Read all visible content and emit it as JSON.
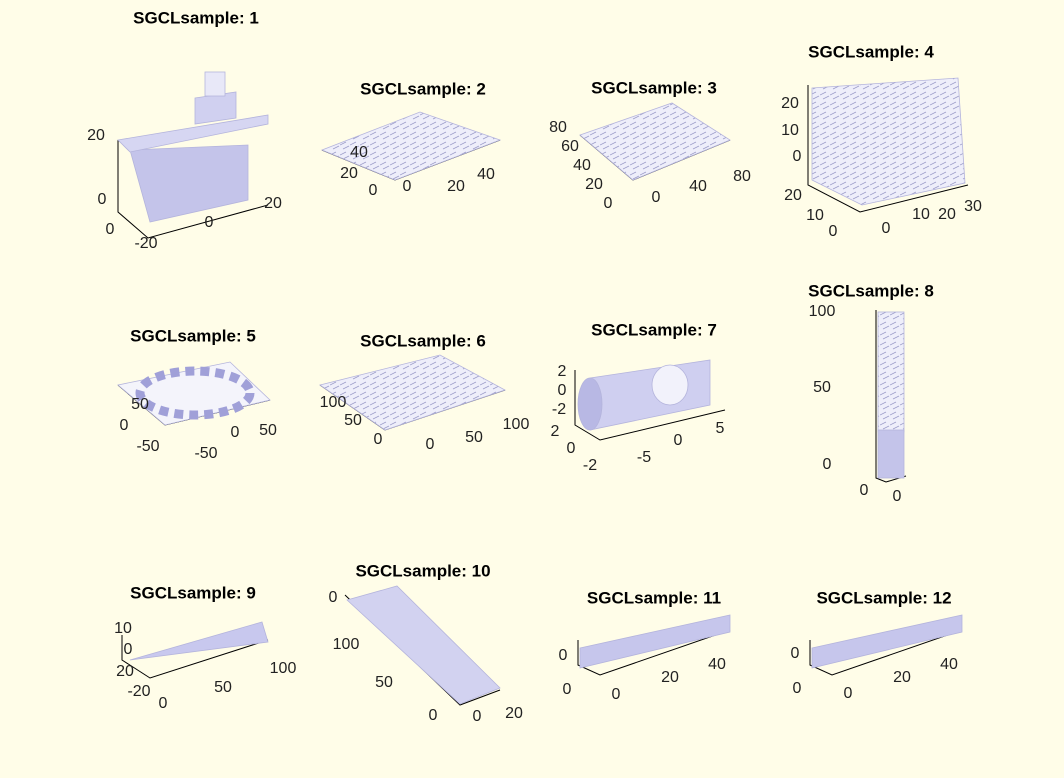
{
  "figure": {
    "background": "#fffde8",
    "mesh_color": "#c9c9ee",
    "edge_color": "#8f8fc0"
  },
  "chart_data": [
    {
      "type": "3d-mesh",
      "title": "SGCLsample: 1",
      "ticks": [
        "20",
        "0",
        "0",
        "-20",
        "0",
        "20"
      ]
    },
    {
      "type": "3d-mesh",
      "title": "SGCLsample: 2",
      "ticks": [
        "40",
        "20",
        "0",
        "0",
        "20",
        "40"
      ]
    },
    {
      "type": "3d-mesh",
      "title": "SGCLsample: 3",
      "ticks": [
        "80",
        "60",
        "40",
        "20",
        "0",
        "0",
        "40",
        "80"
      ]
    },
    {
      "type": "3d-mesh",
      "title": "SGCLsample: 4",
      "ticks": [
        "20",
        "10",
        "0",
        "20",
        "10",
        "0",
        "0",
        "10",
        "20",
        "30"
      ]
    },
    {
      "type": "3d-mesh",
      "title": "SGCLsample: 5",
      "ticks": [
        "50",
        "0",
        "-50",
        "0",
        "50",
        "-50"
      ]
    },
    {
      "type": "3d-mesh",
      "title": "SGCLsample: 6",
      "ticks": [
        "100",
        "50",
        "0",
        "0",
        "50",
        "100"
      ]
    },
    {
      "type": "3d-mesh",
      "title": "SGCLsample: 7",
      "ticks": [
        "2",
        "0",
        "-2",
        "2",
        "0",
        "-2",
        "-5",
        "0",
        "5"
      ]
    },
    {
      "type": "3d-mesh",
      "title": "SGCLsample: 8",
      "ticks": [
        "100",
        "50",
        "0",
        "0",
        "0"
      ]
    },
    {
      "type": "3d-mesh",
      "title": "SGCLsample: 9",
      "ticks": [
        "10",
        "0",
        "20",
        "-20",
        "0",
        "50",
        "100"
      ]
    },
    {
      "type": "3d-mesh",
      "title": "SGCLsample: 10",
      "ticks": [
        "0",
        "100",
        "50",
        "0",
        "0",
        "20"
      ]
    },
    {
      "type": "3d-mesh",
      "title": "SGCLsample: 11",
      "ticks": [
        "0",
        "0",
        "0",
        "20",
        "40"
      ]
    },
    {
      "type": "3d-mesh",
      "title": "SGCLsample: 12",
      "ticks": [
        "0",
        "0",
        "0",
        "20",
        "40"
      ]
    }
  ]
}
